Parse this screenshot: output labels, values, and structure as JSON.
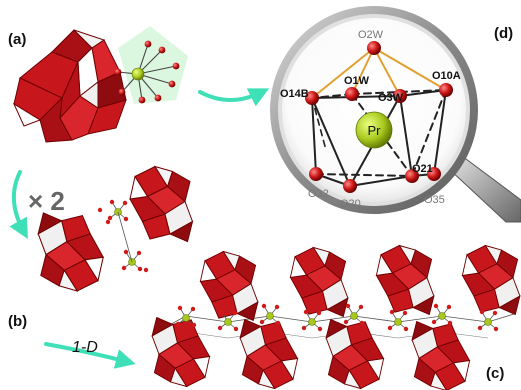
{
  "figure": {
    "panels": {
      "a": "(a)",
      "b": "(b)",
      "c": "(c)",
      "d": "(d)"
    },
    "multiplier": "× 2",
    "direction": "1-D",
    "center_atom": "Pr",
    "atoms": [
      {
        "label": "O2W",
        "style": "grey"
      },
      {
        "label": "O1W",
        "style": "bold"
      },
      {
        "label": "O10A",
        "style": "bold"
      },
      {
        "label": "O14B",
        "style": "bold"
      },
      {
        "label": "O3W",
        "style": "bold"
      },
      {
        "label": "O21",
        "style": "bold"
      },
      {
        "label": "O32",
        "style": "grey"
      },
      {
        "label": "O20",
        "style": "grey"
      },
      {
        "label": "O35",
        "style": "grey"
      }
    ]
  },
  "colors": {
    "polyhedron_red": "#c8161d",
    "polyhedron_dark": "#8e0b10",
    "oxygen_red": "#d01a1a",
    "pr_green": "#a8c81e",
    "arrow_cyan": "#3fe0b8",
    "bond_gold": "#e0a030",
    "lens_rim": "#9a9a9a"
  }
}
